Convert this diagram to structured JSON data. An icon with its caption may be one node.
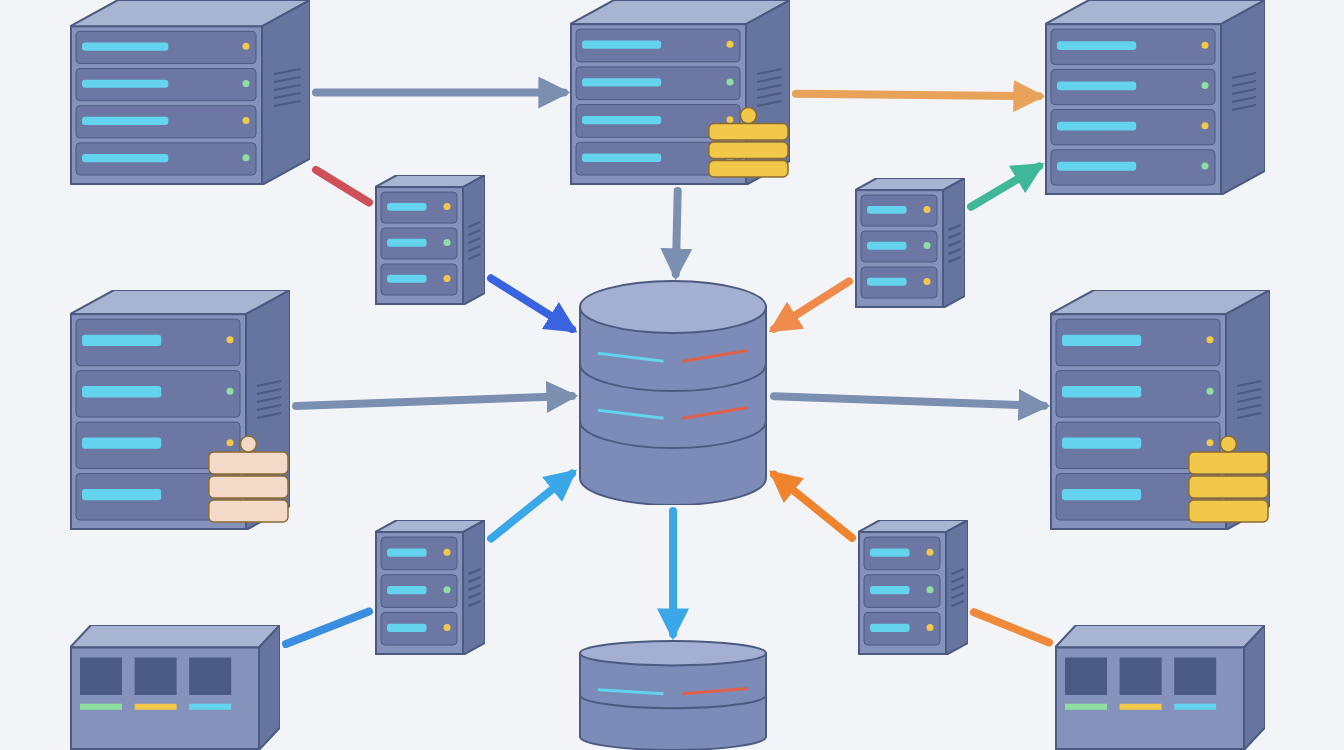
{
  "diagram": {
    "nodes": [
      {
        "text": [],
        "shape": "picture"
      },
      {
        "text": [],
        "shape": "picture"
      },
      {
        "text": [],
        "shape": "picture"
      },
      {
        "text": [],
        "shape": "picture"
      },
      {
        "text": [],
        "shape": "picture"
      },
      {
        "text": [],
        "shape": "picture"
      },
      {
        "text": [],
        "shape": "picture"
      },
      {
        "text": [],
        "shape": "picture"
      },
      {
        "text": [],
        "shape": "picture"
      },
      {
        "text": [],
        "shape": "picture"
      },
      {
        "text": [],
        "shape": "picture"
      },
      {
        "text": [],
        "shape": "picture"
      },
      {
        "text": [],
        "shape": "picture"
      }
    ],
    "edges": [
      {
        "from": 0,
        "to": 1,
        "arrow": "to"
      },
      {
        "from": 1,
        "to": 2,
        "arrow": "to",
        "color": "#e8a25a"
      },
      {
        "from": 0,
        "to": 3,
        "arrow": "none",
        "color": "#d0505a"
      },
      {
        "from": 3,
        "to": 6,
        "arrow": "to",
        "color": "#3a63e0"
      },
      {
        "from": 1,
        "to": 6,
        "arrow": "to"
      },
      {
        "from": 4,
        "to": 6,
        "arrow": "to",
        "color": "#f08a4a"
      },
      {
        "from": 4,
        "to": 2,
        "arrow": "to",
        "color": "#3fb89a"
      },
      {
        "from": 5,
        "to": 6,
        "arrow": "to"
      },
      {
        "from": 6,
        "to": 7,
        "arrow": "to"
      },
      {
        "from": 8,
        "to": 6,
        "arrow": "to",
        "color": "#3aa8e8"
      },
      {
        "from": 10,
        "to": 8,
        "arrow": "none",
        "color": "#3a8ee0"
      },
      {
        "from": 9,
        "to": 6,
        "arrow": "to",
        "color": "#f0832e"
      },
      {
        "from": 12,
        "to": 9,
        "arrow": "none",
        "color": "#f08a3a"
      },
      {
        "from": 6,
        "to": 11,
        "arrow": "to",
        "color": "#3aa8e8"
      }
    ]
  }
}
